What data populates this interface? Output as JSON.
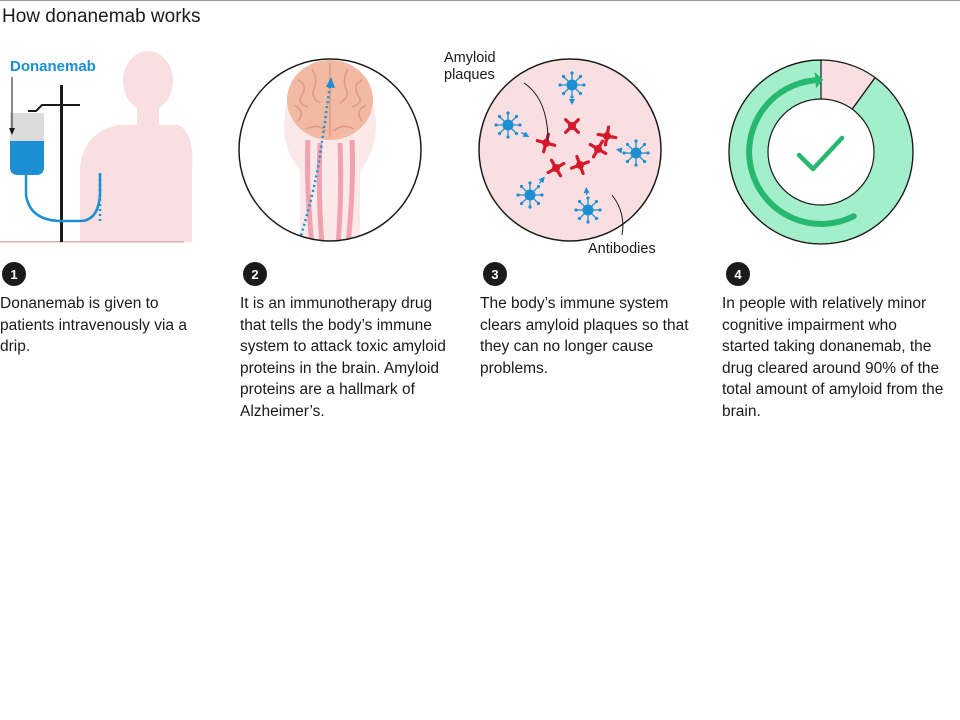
{
  "title": "How donanemab works",
  "steps": [
    {
      "number": "1",
      "label": "Donanemab",
      "description": "Donanemab is given to patients intravenously via a drip."
    },
    {
      "number": "2",
      "description": "It is an immunotherapy drug that tells the body’s immune system to attack toxic amyloid proteins in the brain. Amyloid proteins are a hallmark of Alzheimer’s."
    },
    {
      "number": "3",
      "callout_plaques": "Amyloid\nplaques",
      "callout_antibodies": "Antibodies",
      "description": "The body’s immune system clears amyloid plaques so that they can no longer cause problems."
    },
    {
      "number": "4",
      "cleared_fraction": 0.9,
      "description": "In people with relatively minor cognitive impairment who started taking donanemab, the drug cleared around 90% of the total amount of amyloid from the brain."
    }
  ],
  "colors": {
    "drug_blue": "#1c8fd3",
    "skin_pink": "#f9dfe1",
    "brain": "#f2b9a3",
    "plaque_red": "#d5182b",
    "cleared_green": "#a4efcb",
    "check_green": "#27b86f"
  }
}
